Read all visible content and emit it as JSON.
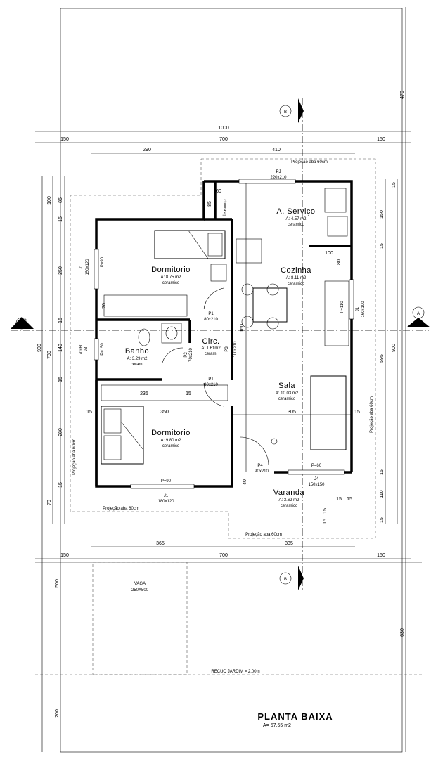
{
  "plan": {
    "title": "PLANTA BAIXA",
    "area": "A= 57,55 m2",
    "rooms": {
      "servico": {
        "name": "A. Serviço",
        "area": "A: 4.57 m2",
        "finish": "ceramico"
      },
      "cozinha": {
        "name": "Cozinha",
        "area": "A: 8.11 m2",
        "finish": "ceramico"
      },
      "dorm1": {
        "name": "Dormitorio",
        "area": "A: 8.75 m2",
        "finish": "ceramico"
      },
      "banho": {
        "name": "Banho",
        "area": "A: 3.29 m2",
        "finish": "ceram."
      },
      "circ": {
        "name": "Circ.",
        "area": "A: 1.61m2",
        "finish": "ceram."
      },
      "sala": {
        "name": "Sala",
        "area": "A: 10.03 m2",
        "finish": "ceramico"
      },
      "dorm2": {
        "name": "Dormitorio",
        "area": "A: 9.80 m2",
        "finish": "ceramico"
      },
      "varanda": {
        "name": "Varanda",
        "area": "A: 3.62 m2",
        "finish": "ceramico"
      }
    },
    "labels": {
      "projecao": "Projeção aba 60cm",
      "churrasq": "churrasq.",
      "vaga": "VAGA",
      "vaga_size": "250X500",
      "recuo": "RECUO JARDIM = 2,00m",
      "section_a": "A",
      "section_b": "B"
    },
    "openings": {
      "pj": "PJ",
      "pj_size": "220x210",
      "p1a": "P1",
      "p1a_size": "80x210",
      "p1b": "P1",
      "p1b_size": "80x210",
      "p2": "P2",
      "p2_size": "70x210",
      "p3": "P3",
      "p3_size": "100x210",
      "p4": "P4",
      "p4_size": "90x210",
      "j1a": "J1",
      "j1a_size": "150x120",
      "j1b": "J1",
      "j1b_size": "160x100",
      "j1c": "J1",
      "j1c_size": "180x120",
      "j3": "J3",
      "j3_size": "70x60",
      "j4": "J4",
      "j4_size": "150x150",
      "pe90a": "P=90",
      "pe90b": "P=90",
      "pe150": "P=150",
      "pe110": "P=110",
      "pe60": "P=60"
    },
    "dims": {
      "top_total": "1000",
      "top_150a": "150",
      "top_700": "700",
      "top_150b": "150",
      "top_290": "290",
      "top_410": "410",
      "bot_365": "365",
      "bot_335": "335",
      "bot_150a": "150",
      "bot_700": "700",
      "bot_150b": "150",
      "right_470": "470",
      "right_15a": "15",
      "right_150": "150",
      "right_15b": "15",
      "right_900": "900",
      "right_595": "595",
      "right_15c": "15",
      "right_110": "110",
      "right_15d": "15",
      "right_630": "630",
      "left_100": "100",
      "left_85": "85",
      "left_15a": "15",
      "left_250": "250",
      "left_15b": "15",
      "left_900": "900",
      "left_730": "730",
      "left_140": "140",
      "left_15c": "15",
      "left_280": "280",
      "left_15d": "15",
      "left_70": "70",
      "left_500": "500",
      "left_200": "200",
      "in_60": "60",
      "in_85": "85",
      "in_100": "100",
      "in_80": "80",
      "in_70": "70",
      "in_235": "235",
      "in_15a": "15",
      "in_15b": "15",
      "in_350": "350",
      "in_305": "305",
      "in_15c": "15",
      "in_160": "160",
      "in_40": "40",
      "in_15d": "15",
      "in_15e": "15",
      "in_15f": "15",
      "in_15g": "15"
    }
  }
}
